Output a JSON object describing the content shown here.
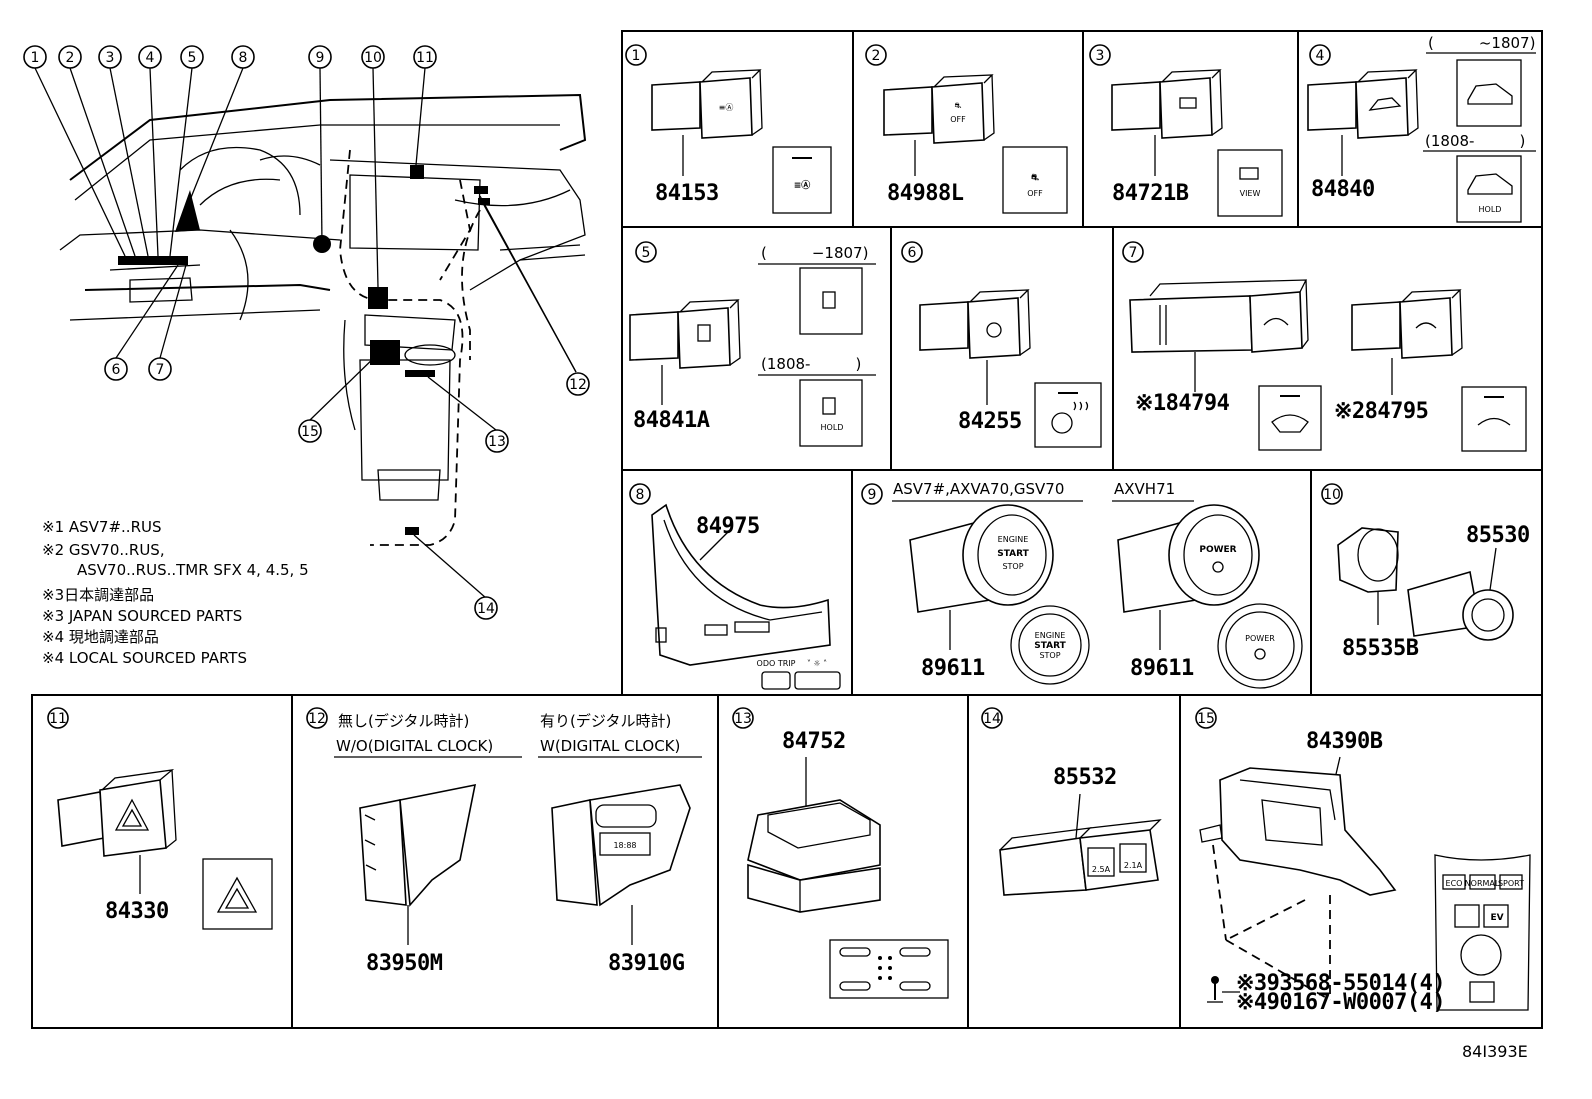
{
  "figure_code": "84I393E",
  "overview": {
    "callouts": [
      "1",
      "2",
      "3",
      "4",
      "5",
      "6",
      "7",
      "8",
      "9",
      "10",
      "11",
      "12",
      "13",
      "14",
      "15"
    ]
  },
  "notes": [
    "※1 ASV7#..RUS",
    "※2 GSV70..RUS,",
    "ASV70..RUS..TMR SFX 4, 4.5, 5",
    "※3日本調達部品",
    "※3 JAPAN SOURCED PARTS",
    "※4 現地調達部品",
    "※4 LOCAL SOURCED PARTS"
  ],
  "panels": {
    "p1": {
      "idx": "1",
      "part": "84153"
    },
    "p2": {
      "idx": "2",
      "part": "84988L",
      "icon_text": "OFF"
    },
    "p3": {
      "idx": "3",
      "part": "84721B",
      "icon_text": "VIEW"
    },
    "p4": {
      "idx": "4",
      "part": "84840",
      "range_a": "(　　　~1807)",
      "range_b": "(1808-　　　)",
      "icon_text": "HOLD"
    },
    "p5": {
      "idx": "5",
      "part": "84841A",
      "range_a": "(　　　−1807)",
      "range_b": "(1808-　　　)",
      "icon_text": "HOLD"
    },
    "p6": {
      "idx": "6",
      "part": "84255"
    },
    "p7": {
      "idx": "7",
      "part_a": "※184794",
      "part_b": "※284795"
    },
    "p8": {
      "idx": "8",
      "part": "84975",
      "key_a": "ODO TRIP"
    },
    "p9": {
      "idx": "9",
      "head_a": "ASV7#,AXVA70,GSV70",
      "head_b": "AXVH71",
      "part_a": "89611",
      "part_b": "89611",
      "btn_a1": "ENGINE",
      "btn_a2": "START",
      "btn_a3": "STOP",
      "btn_b": "POWER"
    },
    "p10": {
      "idx": "10",
      "part_a": "85530",
      "part_b": "85535B"
    },
    "p11": {
      "idx": "11",
      "part": "84330"
    },
    "p12": {
      "idx": "12",
      "head_a1": "無し(デジタル時計)",
      "head_a2": "W/O(DIGITAL CLOCK)",
      "head_b1": "有り(デジタル時計)",
      "head_b2": "W(DIGITAL CLOCK)",
      "part_a": "83950M",
      "part_b": "83910G",
      "clock": "18:88"
    },
    "p13": {
      "idx": "13",
      "part": "84752"
    },
    "p14": {
      "idx": "14",
      "part": "85532",
      "key_a": "2.5A",
      "key_b": "2.1A"
    },
    "p15": {
      "idx": "15",
      "part": "84390B",
      "fast_a": "※393568-55014(4)",
      "fast_b": "※490167-W0007(4)",
      "keys": [
        "ECO",
        "NORMAL",
        "SPORT",
        "EV"
      ]
    }
  }
}
